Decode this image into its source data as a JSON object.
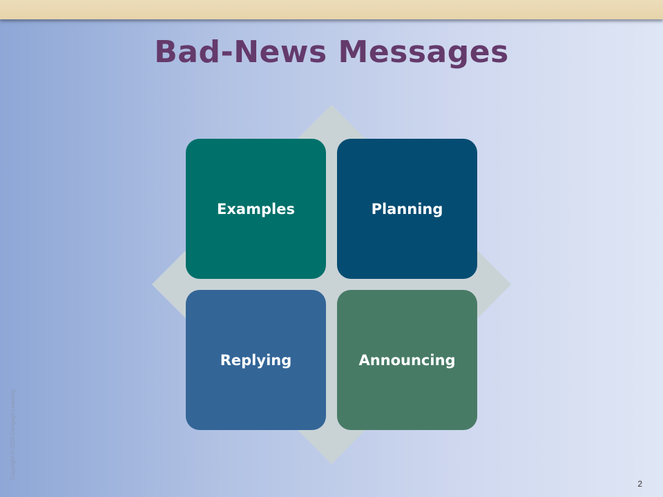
{
  "slide": {
    "title": "Bad-News Messages",
    "copyright": "Copyright © 2015 Cengage Learning",
    "page_number": "2"
  },
  "tiles": [
    {
      "label": "Examples",
      "color": "#00706a"
    },
    {
      "label": "Planning",
      "color": "#054c72"
    },
    {
      "label": "Replying",
      "color": "#336597"
    },
    {
      "label": "Announcing",
      "color": "#487b66"
    }
  ],
  "colors": {
    "title": "#643a6b",
    "diamond": "#c9d3d6",
    "top_band": "#e7d4ab"
  }
}
